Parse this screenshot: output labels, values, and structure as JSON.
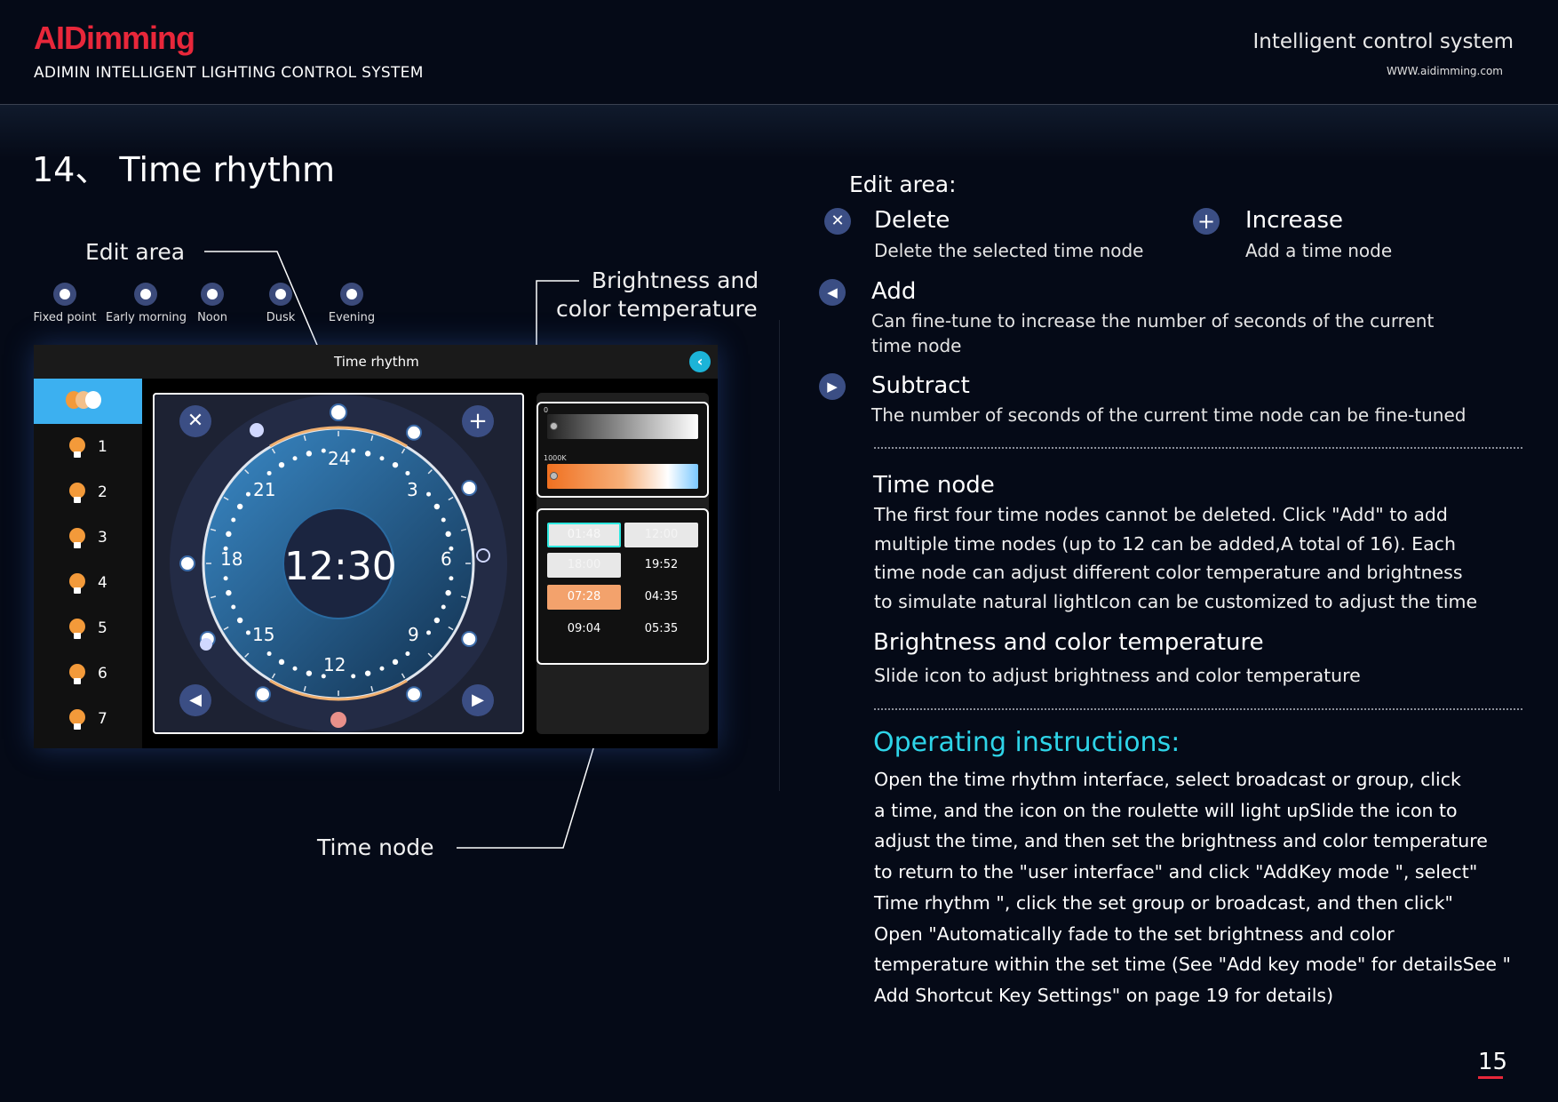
{
  "header": {
    "logo": "AIDimming",
    "system_title": "ADIMIN INTELLIGENT LIGHTING CONTROL SYSTEM",
    "tagline": "Intelligent control system",
    "website": "WWW.aidimming.com"
  },
  "page_title": "14、 Time rhythm",
  "callouts": {
    "edit_area": "Edit area",
    "brightness_line1": "Brightness and",
    "brightness_line2": "color temperature",
    "time_node": "Time node"
  },
  "modes": [
    {
      "label": "Fixed point"
    },
    {
      "label": "Early morning"
    },
    {
      "label": "Noon"
    },
    {
      "label": "Dusk"
    },
    {
      "label": "Evening"
    }
  ],
  "device": {
    "title": "Time rhythm",
    "groups": [
      "1",
      "2",
      "3",
      "4",
      "5",
      "6",
      "7"
    ],
    "clock_time": "12:30",
    "dial_numbers": [
      "24",
      "3",
      "6",
      "9",
      "12",
      "15",
      "18",
      "21"
    ],
    "brightness_label": "0",
    "temperature_label": "1000K",
    "brightness_level": 0.02,
    "temperature_level": 0.02,
    "nodes": [
      "01:48",
      "12:00",
      "18:00",
      "19:52",
      "07:28",
      "04:35",
      "09:04",
      "05:35"
    ]
  },
  "edit_panel": {
    "heading": "Edit area:",
    "delete_title": "Delete",
    "delete_desc": "Delete the selected time node",
    "increase_title": "Increase",
    "increase_desc": "Add a time node",
    "add_title": "Add",
    "add_desc_1": "Can fine-tune to increase the number of seconds of the current",
    "add_desc_2": "time node",
    "subtract_title": "Subtract",
    "subtract_desc": "The number of seconds of the current time node can be fine-tuned"
  },
  "time_node_section": {
    "title": "Time node",
    "lines": [
      "The first four time nodes cannot be deleted. Click \"Add\" to add",
      "multiple time nodes (up to 12 can be added,A total of 16). Each",
      "time node can adjust different color temperature and brightness",
      "to simulate natural lightIcon can be customized to adjust the time"
    ]
  },
  "brightness_section": {
    "title": "Brightness and color temperature",
    "body": "Slide icon to adjust brightness and color temperature"
  },
  "operating": {
    "title": "Operating instructions:",
    "lines": [
      "Open the time rhythm interface, select broadcast or group, click",
      "a time, and the icon on the roulette will light upSlide the icon to",
      "adjust the time, and then set the brightness and color temperature",
      "to return to the \"user interface\" and click \"AddKey mode \", select\"",
      "Time rhythm \", click the set group or broadcast, and then click\"",
      "Open \"Automatically fade to the set brightness and color",
      "temperature within the set time (See \"Add key mode\" for detailsSee \"",
      "Add Shortcut Key Settings\" on page 19 for details)"
    ]
  },
  "page_number": "15",
  "icons": {
    "delete": "close-icon",
    "increase": "plus-icon",
    "add": "arrow-left-icon",
    "subtract": "arrow-right-icon",
    "back": "chevron-left-icon"
  },
  "colors": {
    "brand_red": "#e8273a",
    "accent_cyan": "#2ed4e8",
    "active_blue": "#3cb0f0",
    "node_orange": "#f3a26c"
  }
}
